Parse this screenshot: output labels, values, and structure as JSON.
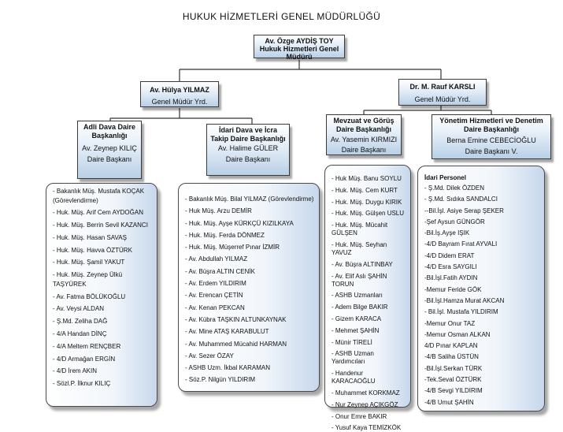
{
  "title": "HUKUK HİZMETLERİ GENEL MÜDÜRLÜĞÜ",
  "top": {
    "name": "Av. Özge AYDİŞ TOY",
    "role": "Hukuk Hizmetleri Genel Müdürü"
  },
  "left_deputy": {
    "name": "Av. Hülya YILMAZ",
    "role": "Genel Müdür Yrd."
  },
  "right_deputy": {
    "name": "Dr. M. Rauf KARSLI",
    "role": "Genel Müdür Yrd."
  },
  "dept_adli": {
    "name": "Adli Dava Daire Başkanlığı",
    "person": "Av. Zeynep KILIÇ",
    "role": "Daire Başkanı"
  },
  "dept_idari": {
    "name": "İdari Dava ve İcra Takip Daire Başkanlığı",
    "person": "Av. Halime GÜLER",
    "role": "Daire Başkanı"
  },
  "dept_mevzuat": {
    "name": "Mevzuat ve Görüş Daire Başkanlığı",
    "person": "Av. Yasemin KIRMIZI",
    "role": "Daire Başkanı"
  },
  "dept_yonetim": {
    "name": "Yönetim Hizmetleri ve Denetim Daire Başkanlığı",
    "person": "Berna Emine CEBECİOĞLU",
    "role": "Daire Başkanı V."
  },
  "list_adli": [
    "- Bakanlık Müş. Mustafa KOÇAK (Görevlendirme)",
    "- Huk. Müş. Arif Cem AYDOĞAN",
    "- Huk. Müş. Berrin Sevil KAZANCI",
    "- Huk. Müş. Hasan SAVAŞ",
    "- Huk. Müş. Havva ÖZTÜRK",
    "- Huk. Müş. Şamil YAKUT",
    "- Huk. Müş. Zeynep Ülkü TAŞYÜREK",
    "- Av. Fatma BÖLÜKOĞLU",
    "- Av. Veysi ALDAN",
    "- Ş.Md. Zeliha DAĞ",
    "- 4/A Handan DİNÇ",
    "- 4/A Meltem RENÇBER",
    "- 4/D Armağan ERGİN",
    "- 4/D İrem AKIN",
    "- Sözl.P. İlknur KILIÇ"
  ],
  "list_idari": [
    "- Bakanlık Müş. Bilal YILMAZ (Görevlendirme)",
    "- Huk Müş. Arzu DEMİR",
    "- Huk. Müş. Ayşe KÜRKÇÜ KIZILKAYA",
    "- Huk. Müş. Ferda DÖNMEZ",
    "- Huk. Müş. Müşerref Pınar İZMİR",
    "- Av. Abdullah YILMAZ",
    "- Av. Büşra ALTIN CENİK",
    "- Av. Erdem YILDIRIM",
    "- Av. Erencan ÇETİN",
    "- Av. Kenan PEKCAN",
    "- Av. Kübra TAŞKIN ALTUNKAYNAK",
    "- Av. Mine ATAŞ KARABULUT",
    "- Av. Muhammed Mücahid HARMAN",
    "- Av. Sezer ÖZAY",
    "- ASHB Uzm. İkbal KARAMAN",
    "- Söz.P. Nilgün YILDIRIM"
  ],
  "list_mevzuat": [
    "- Huk Müş. Banu SOYLU",
    "- Huk. Müş. Cem KURT",
    "- Huk. Müş. Duygu KIRIK",
    "- Huk. Müş. Gülşen USLU",
    "- Huk. Müş. Mücahit GÜLŞEN",
    "- Huk. Müş. Seyhan YAVUZ",
    "- Av. Büşra ALTINBAY",
    "- Av. Elif Aslı ŞAHİN TORUN",
    "- ASHB Uzmanları",
    "- Adem Bilge BAKIR",
    "- Gizem KARACA",
    "- Mehmet ŞAHİN",
    "- Münir TİRELİ",
    "- ASHB Uzman Yardımcıları",
    "- Handenur KARACAOĞLU",
    "- Muhammet KORKMAZ",
    "- Nur Zeynep AÇIKGÖZ",
    "- Onur Emre BAKIR",
    "- Yusuf Kaya TEMİZKÖK"
  ],
  "list_yonetim_head": "İdari Personel",
  "list_yonetim": [
    "- Ş.Md. Dilek ÖZDEN",
    "- Ş.Md. Sıdıka SANDALCI",
    "--Bil.İşl. Asiye Serap ŞEKER",
    "-Şef Aysun GÜNGÖR",
    "-Bil.İş.Ayşe IŞIK",
    "-4/D Bayram Fırat AYVALI",
    "-4/D Didem ERAT",
    "-4/D Esra SAYGILI",
    "-Bil.İşl.Fatih AYDIN",
    "-Memur Feride GÖK",
    "-Bil.İşl.Hamza Murat AKCAN",
    "- Bil.İşl. Mustafa YILDIRIM",
    "-Memur Onur TAZ",
    "-Memur Osman ALKAN",
    "4/D Pınar KAPLAN",
    "-4/B Saliha ÜSTÜN",
    "-Bil.İşl.Serkan TÜRK",
    "-Tek.Seval ÖZTÜRK",
    "-4/B Sevgi YILDIRIM",
    "-4/B Umut ŞAHİN"
  ]
}
